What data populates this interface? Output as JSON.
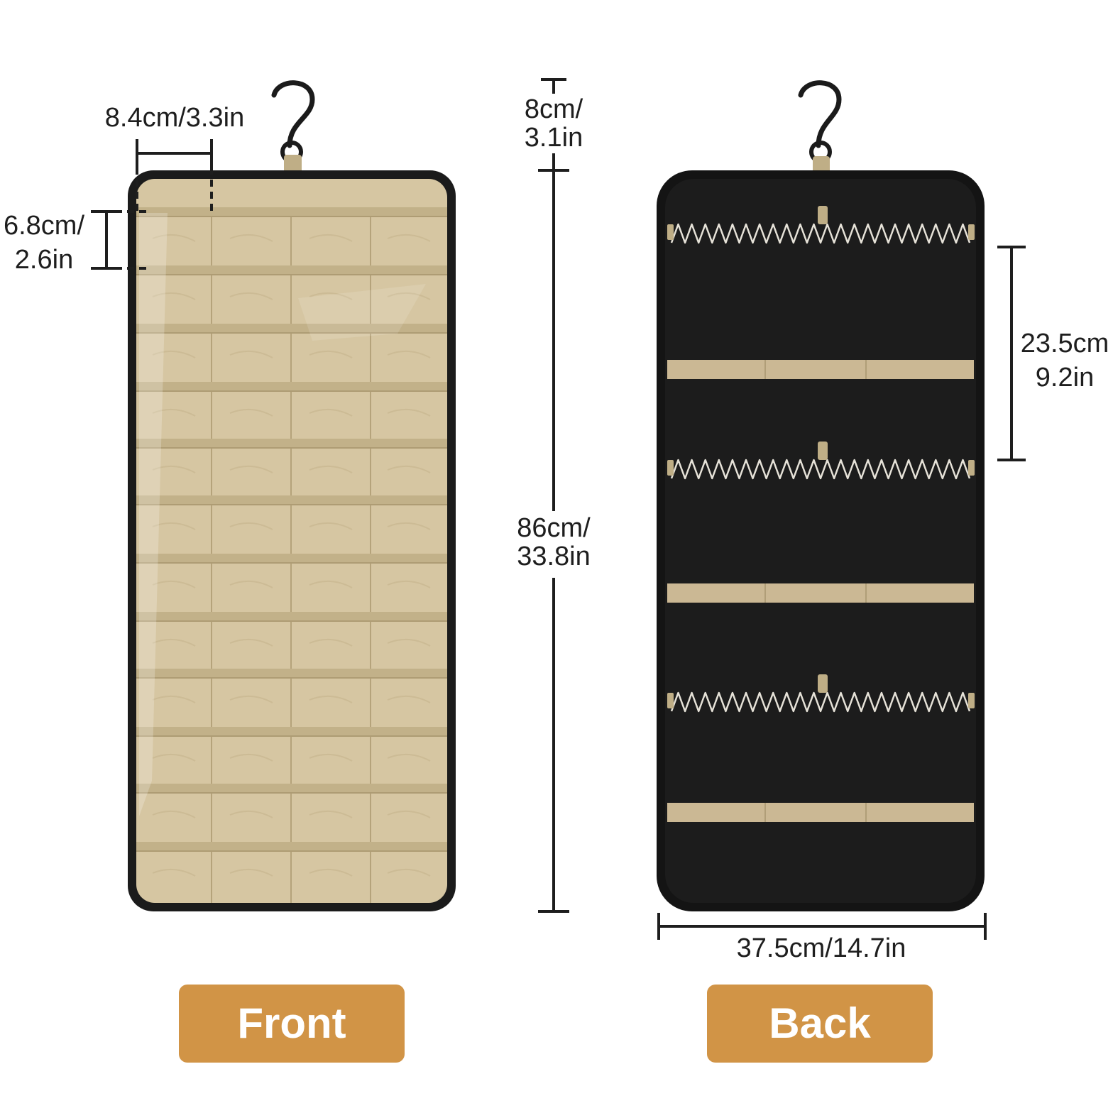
{
  "dimensions": {
    "pocket_width": "8.4cm/3.3in",
    "pocket_height": [
      "6.8cm/",
      "2.6in"
    ],
    "hook_height": [
      "8cm/",
      "3.1in"
    ],
    "total_height": [
      "86cm/",
      "33.8in"
    ],
    "band_spacing": [
      "23.5cm",
      "9.2in"
    ],
    "total_width": "37.5cm/14.7in"
  },
  "buttons": {
    "front_label": "Front",
    "back_label": "Back"
  },
  "colors": {
    "button": "#d19446",
    "frame": "#1b1b1b",
    "beige": "#d6c6a2",
    "back_fabric": "#1c1c1c",
    "strap": "#cbb894"
  }
}
